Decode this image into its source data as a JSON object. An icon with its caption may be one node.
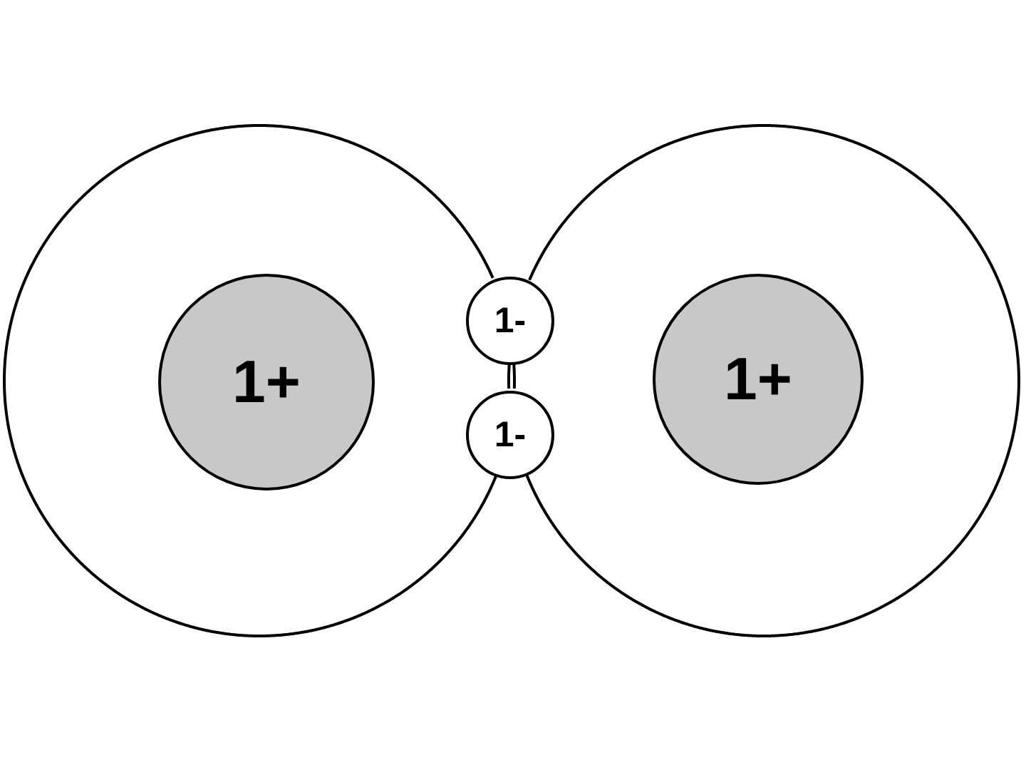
{
  "diagram": {
    "nodes": [
      {
        "text": [],
        "shape": "circle"
      },
      {
        "text": [
          "1+"
        ],
        "in": 0
      },
      {
        "text": [
          "1-"
        ]
      },
      {
        "text": [
          "1-"
        ]
      },
      {
        "text": [],
        "shape": "circle"
      },
      {
        "text": [
          "1+"
        ],
        "in": 4
      }
    ]
  }
}
